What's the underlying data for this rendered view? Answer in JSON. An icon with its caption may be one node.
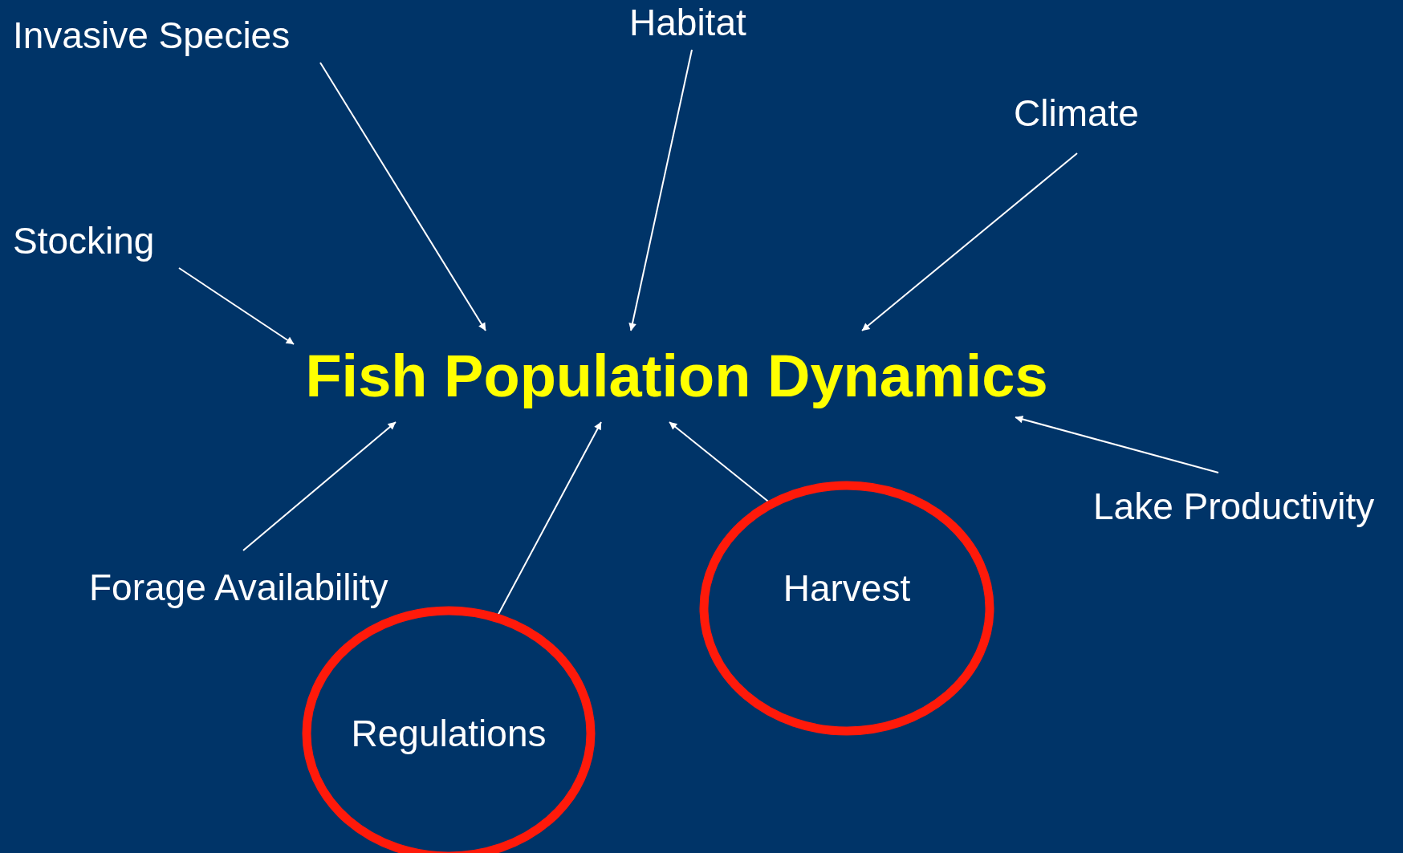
{
  "diagram": {
    "nodes": [
      {
        "text": [
          "Fish Population Dynamics"
        ]
      },
      {
        "text": [
          "Invasive Species"
        ]
      },
      {
        "text": [
          "Habitat"
        ]
      },
      {
        "text": [
          "Climate"
        ]
      },
      {
        "text": [
          "Stocking"
        ]
      },
      {
        "text": [
          "Lake Productivity"
        ]
      },
      {
        "text": [
          "Forage Availability"
        ]
      },
      {
        "text": [
          "Harvest"
        ]
      },
      {
        "text": [
          "Regulations"
        ]
      }
    ],
    "edges": [
      {
        "from": 1,
        "to": 0,
        "arrow": "to"
      },
      {
        "from": 2,
        "to": 0,
        "arrow": "to"
      },
      {
        "from": 3,
        "to": 0,
        "arrow": "to"
      },
      {
        "from": 4,
        "to": 0,
        "arrow": "to"
      },
      {
        "from": 5,
        "to": 0,
        "arrow": "to"
      },
      {
        "from": 6,
        "to": 0,
        "arrow": "to"
      },
      {
        "from": 8,
        "to": 0,
        "arrow": "to"
      },
      {
        "from": 7,
        "to": 0,
        "arrow": "to"
      }
    ]
  }
}
